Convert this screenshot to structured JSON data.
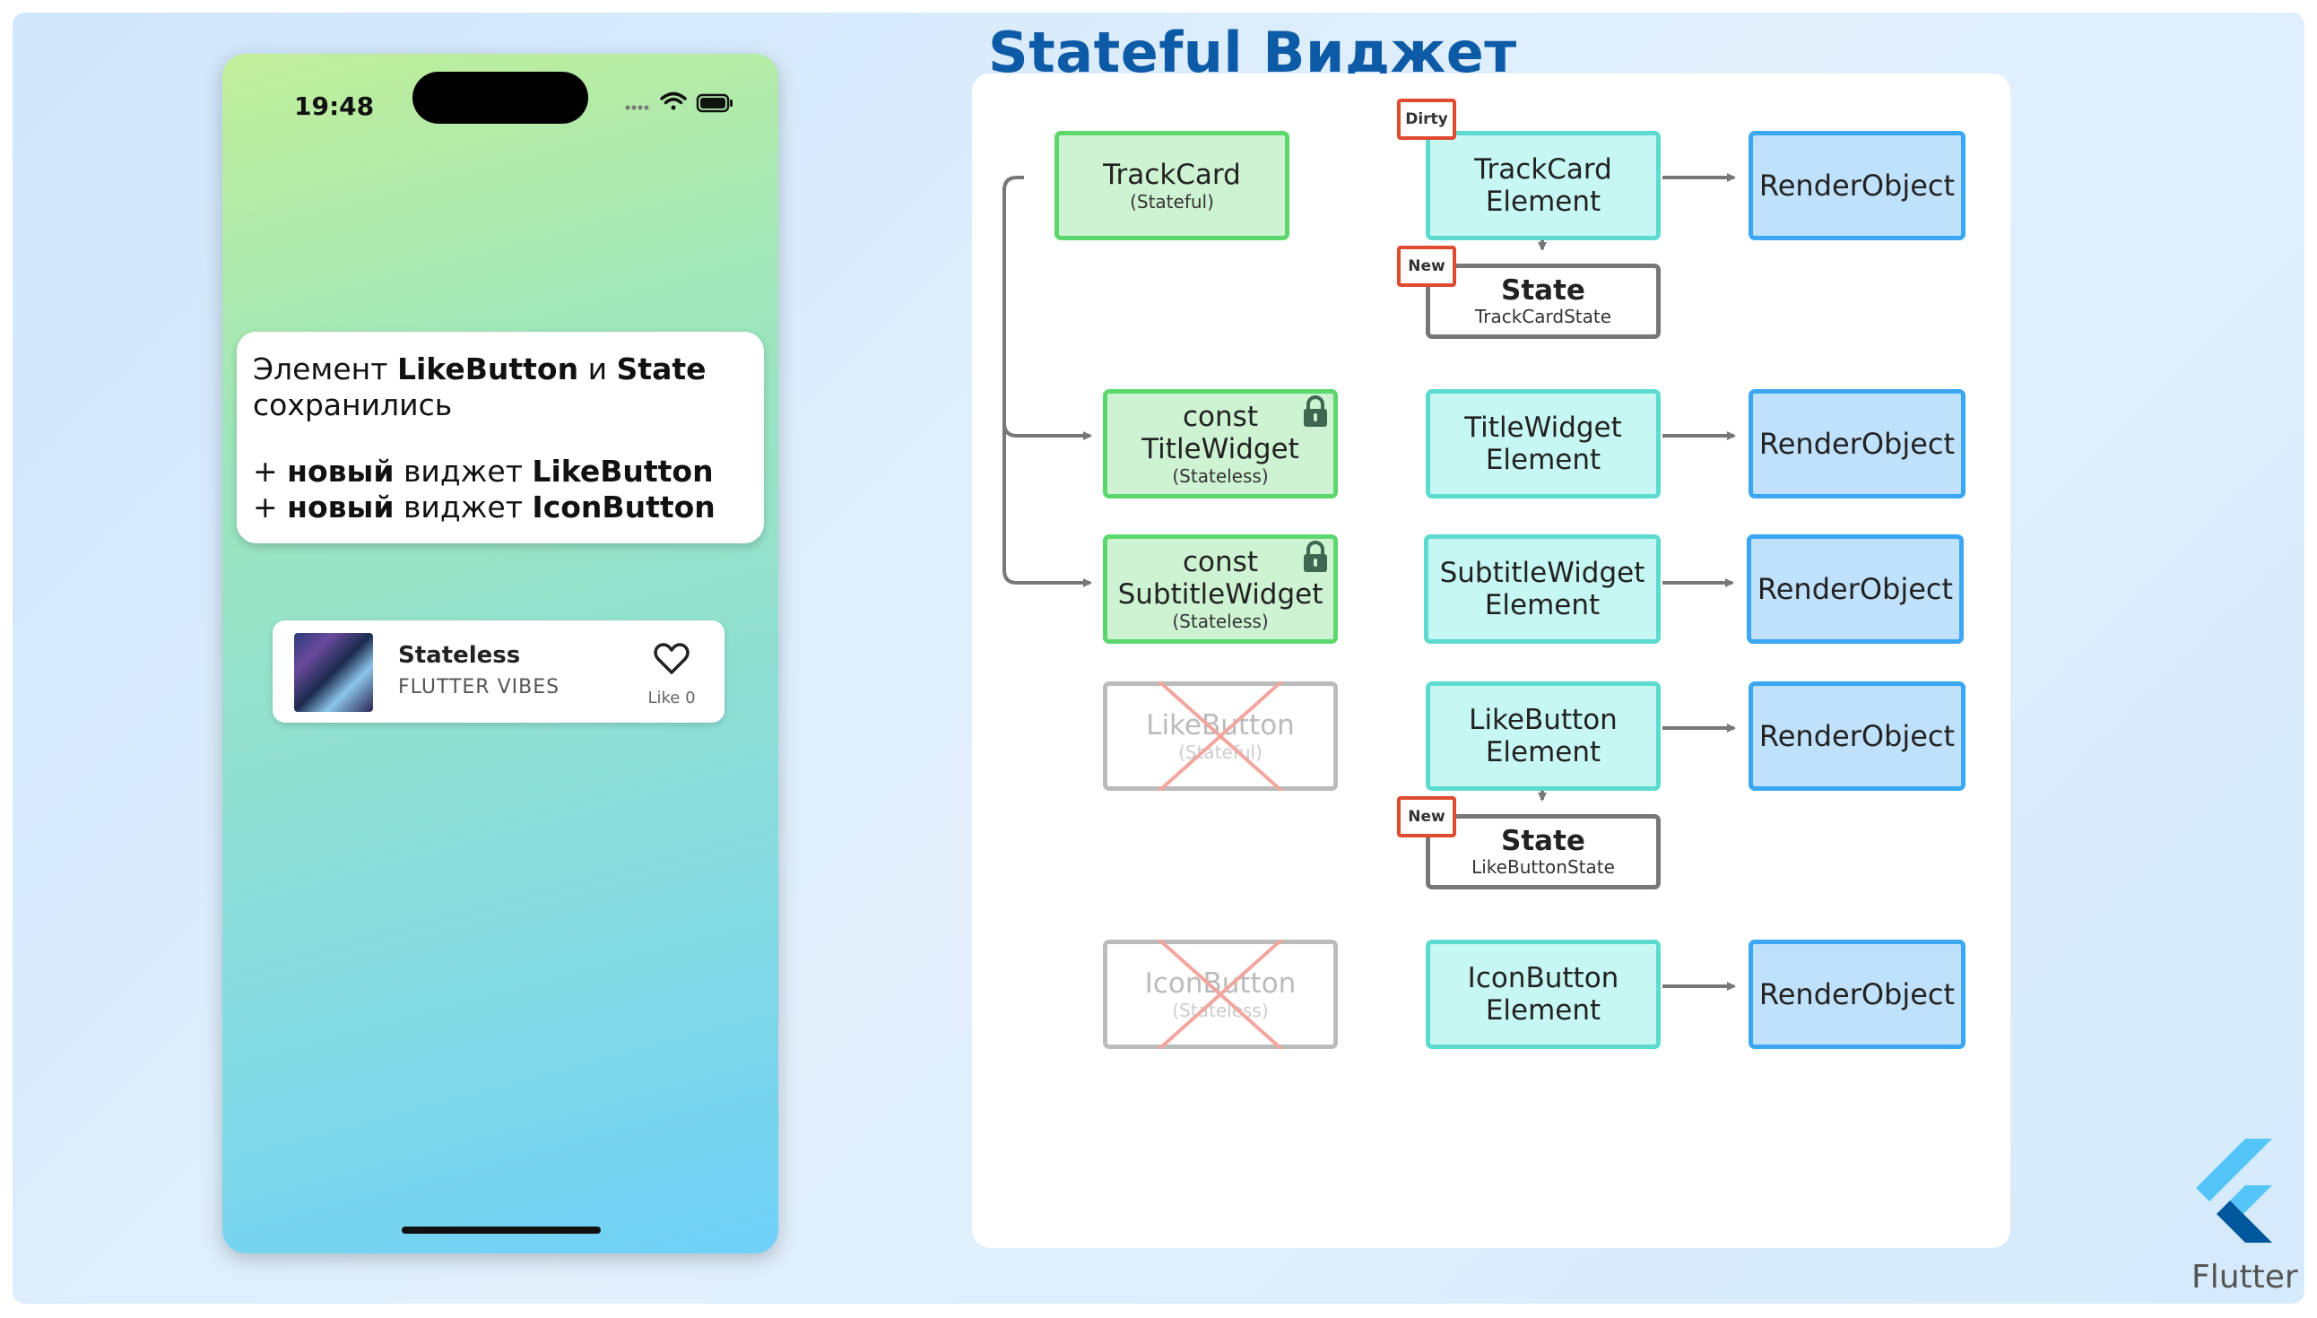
{
  "title": "Stateful Виджет",
  "phone": {
    "time": "19:48",
    "note": {
      "line1_prefix": "Элемент ",
      "line1_bold1": "LikeButton",
      "line1_mid": " и ",
      "line1_bold2": "State",
      "line2": "сохранились",
      "line3_prefix": "+ ",
      "line3_bold1": "новый",
      "line3_mid": " виджет ",
      "line3_bold2": "LikeButton",
      "line4_prefix": "+ ",
      "line4_bold1": "новый",
      "line4_mid": " виджет ",
      "line4_bold2": "IconButton"
    },
    "track": {
      "title": "Stateless",
      "subtitle": "FLUTTER VIBES",
      "like_label": "Like 0"
    }
  },
  "diagram": {
    "trackcard": {
      "name": "TrackCard",
      "type": "(Stateful)"
    },
    "trackcard_element": {
      "line1": "TrackCard",
      "line2": "Element"
    },
    "trackcard_state": {
      "name": "State",
      "type": "TrackCardState"
    },
    "title_widget": {
      "line1": "const",
      "line2": "TitleWidget",
      "type": "(Stateless)"
    },
    "title_element": {
      "line1": "TitleWidget",
      "line2": "Element"
    },
    "subtitle_widget": {
      "line1": "const",
      "line2": "SubtitleWidget",
      "type": "(Stateless)"
    },
    "subtitle_element": {
      "line1": "SubtitleWidget",
      "line2": "Element"
    },
    "like_widget": {
      "name": "LikeButton",
      "type": "(Stateful)"
    },
    "like_element": {
      "line1": "LikeButton",
      "line2": "Element"
    },
    "like_state": {
      "name": "State",
      "type": "LikeButtonState"
    },
    "icon_widget": {
      "name": "IconButton",
      "type": "(Stateless)"
    },
    "icon_element": {
      "line1": "IconButton",
      "line2": "Element"
    },
    "render_object": "RenderObject",
    "tags": {
      "dirty": "Dirty",
      "new": "New"
    }
  },
  "brand": {
    "label": "Flutter"
  },
  "colors": {
    "title": "#0d5aa7",
    "widget": "#5cd76d",
    "element": "#5ddbd0",
    "render": "#3ba7f3",
    "tag": "#e04a2f",
    "cross": "#f2a6a0"
  }
}
